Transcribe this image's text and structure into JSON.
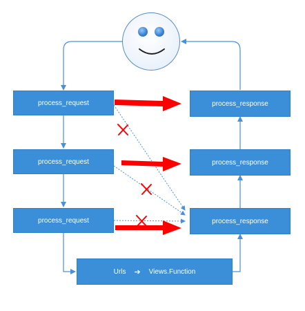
{
  "diagram": {
    "left_column": [
      {
        "label": "process_request"
      },
      {
        "label": "process_request"
      },
      {
        "label": "process_request"
      }
    ],
    "right_column": [
      {
        "label": "process_response"
      },
      {
        "label": "process_response"
      },
      {
        "label": "process_response"
      }
    ],
    "bottom": {
      "left_label": "Urls",
      "arrow_glyph": "➔",
      "right_label": "Views.Function"
    },
    "face_icon": "smiley-face",
    "colors": {
      "box_fill": "#3b8fd8",
      "connector": "#4a90d9",
      "red_arrow": "#ff0000",
      "cross": "#ff0000"
    }
  }
}
